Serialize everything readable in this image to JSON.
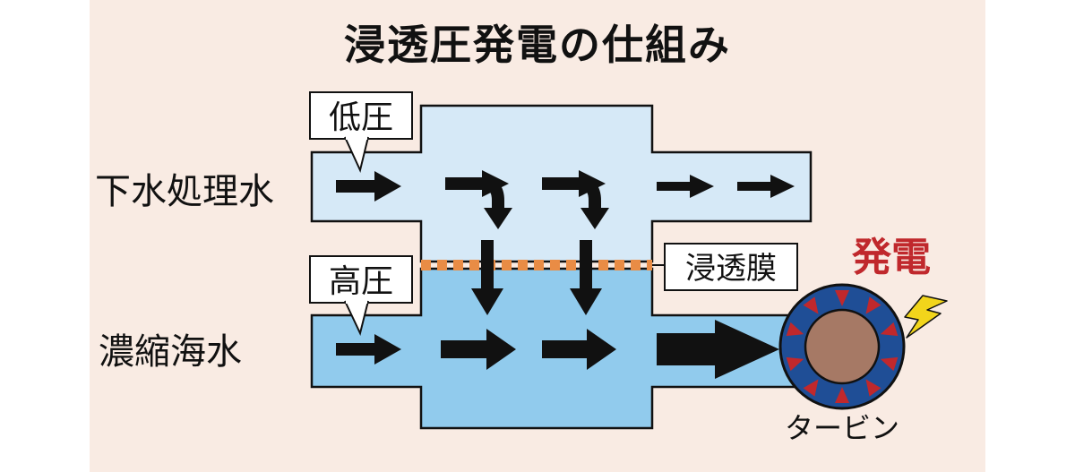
{
  "title": "浸透圧発電の仕組み",
  "labels": {
    "low_pressure": "低圧",
    "high_pressure": "高圧",
    "sewage_water": "下水処理水",
    "concentrated_seawater": "濃縮海水",
    "membrane": "浸透膜",
    "power_generation": "発電",
    "turbine": "タービン"
  },
  "colors": {
    "background": "#f9ebe3",
    "low_water": "#d6e9f7",
    "high_water": "#91cbed",
    "membrane": "#e98c45",
    "turbine_ring": "#1f4e96",
    "turbine_hub": "#a67965",
    "turbine_teeth": "#c0282c",
    "power_text": "#c0282c",
    "lightning": "#f2d51b"
  }
}
